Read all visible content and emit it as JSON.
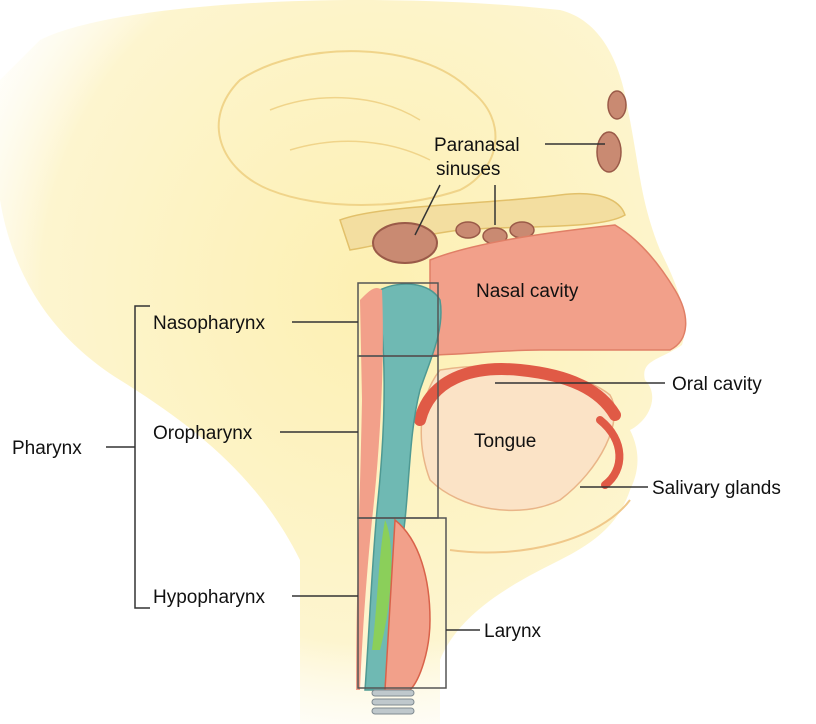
{
  "labels": {
    "paranasal_sinuses_line1": "Paranasal",
    "paranasal_sinuses_line2": "sinuses",
    "nasal_cavity": "Nasal cavity",
    "nasopharynx": "Nasopharynx",
    "oropharynx": "Oropharynx",
    "hypopharynx": "Hypopharynx",
    "pharynx": "Pharynx",
    "oral_cavity": "Oral cavity",
    "tongue": "Tongue",
    "salivary_glands": "Salivary glands",
    "larynx": "Larynx"
  },
  "colors": {
    "skin": "#fdf3c0",
    "skin_edge": "#f2d98a",
    "tissue": "#f2a08a",
    "tissue_dark": "#d9624a",
    "airway": "#6fb9b3",
    "bone": "#e9c98a",
    "leader": "#333333"
  }
}
